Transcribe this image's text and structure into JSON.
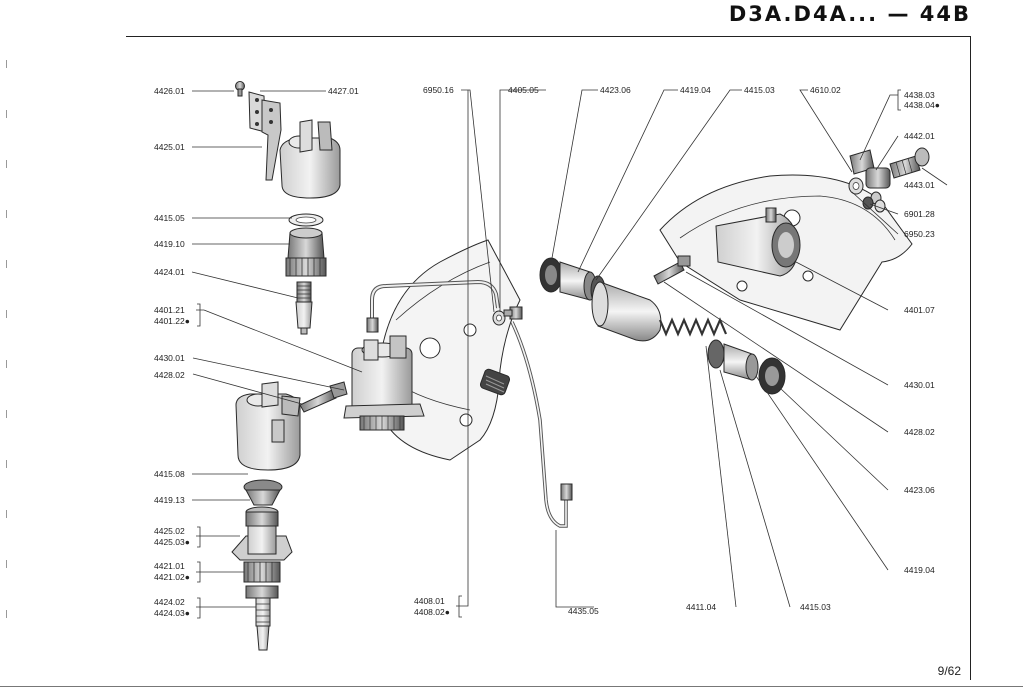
{
  "header": {
    "title": "D3A.D4A... — 44B"
  },
  "page_number": "9/62",
  "callouts": {
    "c4426_01": "4426.01",
    "c4427_01": "4427.01",
    "c4425_01": "4425.01",
    "c4415_05": "4415.05",
    "c4419_10": "4419.10",
    "c4424_01": "4424.01",
    "c4401_21": "4401.21",
    "c4401_22": "4401.22●",
    "c4430_01_left": "4430.01",
    "c4428_02_left": "4428.02",
    "c4415_08": "4415.08",
    "c4419_13": "4419.13",
    "c4425_02": "4425.02",
    "c4425_03": "4425.03●",
    "c4421_01": "4421.01",
    "c4421_02": "4421.02●",
    "c4424_02": "4424.02",
    "c4424_03": "4424.03●",
    "c6950_16": "6950.16",
    "c4405_05": "4405.05",
    "c4408_01": "4408.01",
    "c4408_02": "4408.02●",
    "c4435_05": "4435.05",
    "c4423_06_top": "4423.06",
    "c4419_04_top": "4419.04",
    "c4415_03_top": "4415.03",
    "c4610_02": "4610.02",
    "c4438_03": "4438.03",
    "c4438_04": "4438.04●",
    "c4442_01": "4442.01",
    "c4443_01": "4443.01",
    "c6901_28": "6901.28",
    "c6950_23": "6950.23",
    "c4401_07": "4401.07",
    "c4430_01_right": "4430.01",
    "c4428_02_right": "4428.02",
    "c4423_06_right": "4423.06",
    "c4419_04_right": "4419.04",
    "c4411_04": "4411.04",
    "c4415_03_bottom": "4415.03"
  }
}
